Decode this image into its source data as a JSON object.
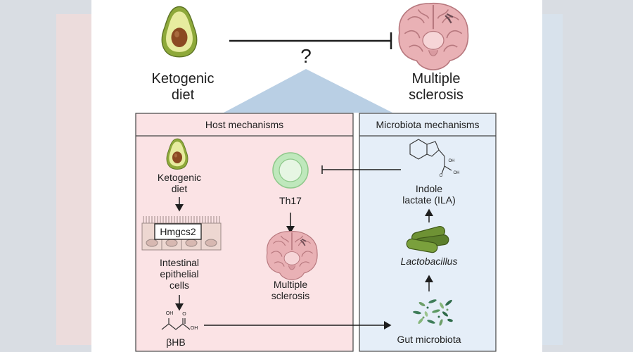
{
  "top": {
    "left_label": "Ketogenic\ndiet",
    "right_label": "Multiple\nsclerosis",
    "question": "?"
  },
  "host_panel": {
    "title": "Host mechanisms",
    "diet_label": "Ketogenic\ndiet",
    "gene_label": "Hmgcs2",
    "epithelial_label": "Intestinal\nepithelial\ncells",
    "metabolite_label": "βHB",
    "chem_oh_top": "OH",
    "chem_o_top": "O",
    "chem_oh_right": "OH",
    "th17_label": "Th17",
    "ms_label": "Multiple\nsclerosis"
  },
  "microbiota_panel": {
    "title": "Microbiota mechanisms",
    "ila_label": "Indole\nlactate (ILA)",
    "ila_chem_oh": "OH",
    "ila_chem_o": "O",
    "ila_chem_oh2": "OH",
    "lacto_label": "Lactobacillus",
    "gut_label": "Gut microbiota"
  },
  "colors": {
    "host_bg": "#fbe3e5",
    "micro_bg": "#e5eef8",
    "triangle": "#b9cfe4",
    "avocado_skin": "#8ea93a",
    "avocado_flesh": "#e7ec9f",
    "avocado_pit": "#8b4a22",
    "brain": "#e9b1b5",
    "th17": "#bfe8bc",
    "lactobacillus": "#5c7f2c"
  }
}
